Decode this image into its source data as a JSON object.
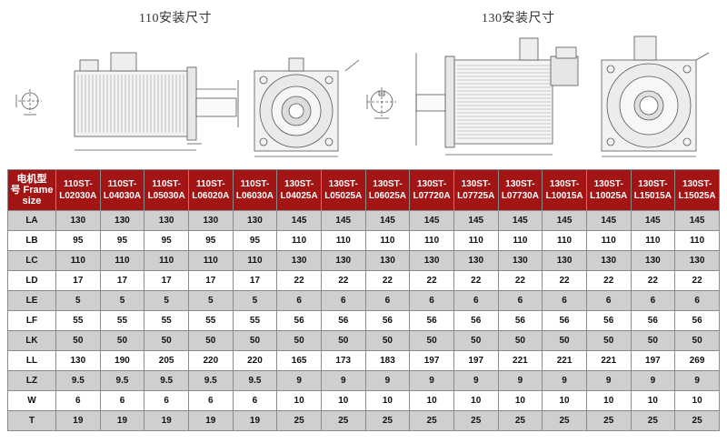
{
  "drawings": {
    "title_110": "110安装尺寸",
    "title_130": "130安装尺寸"
  },
  "table": {
    "corner_label_line1": "电机型",
    "corner_label_line2": "号 Frame",
    "corner_label_line3": "size",
    "models": [
      [
        "110ST-",
        "L02030A"
      ],
      [
        "110ST-",
        "L04030A"
      ],
      [
        "110ST-",
        "L05030A"
      ],
      [
        "110ST-",
        "L06020A"
      ],
      [
        "110ST-",
        "L06030A"
      ],
      [
        "130ST-",
        "L04025A"
      ],
      [
        "130ST-",
        "L05025A"
      ],
      [
        "130ST-",
        "L06025A"
      ],
      [
        "130ST-",
        "L07720A"
      ],
      [
        "130ST-",
        "L07725A"
      ],
      [
        "130ST-",
        "L07730A"
      ],
      [
        "130ST-",
        "L10015A"
      ],
      [
        "130ST-",
        "L10025A"
      ],
      [
        "130ST-",
        "L15015A"
      ],
      [
        "130ST-",
        "L15025A"
      ]
    ],
    "rows": [
      {
        "label": "LA",
        "values": [
          "130",
          "130",
          "130",
          "130",
          "130",
          "145",
          "145",
          "145",
          "145",
          "145",
          "145",
          "145",
          "145",
          "145",
          "145"
        ]
      },
      {
        "label": "LB",
        "values": [
          "95",
          "95",
          "95",
          "95",
          "95",
          "110",
          "110",
          "110",
          "110",
          "110",
          "110",
          "110",
          "110",
          "110",
          "110"
        ]
      },
      {
        "label": "LC",
        "values": [
          "110",
          "110",
          "110",
          "110",
          "110",
          "130",
          "130",
          "130",
          "130",
          "130",
          "130",
          "130",
          "130",
          "130",
          "130"
        ]
      },
      {
        "label": "LD",
        "values": [
          "17",
          "17",
          "17",
          "17",
          "17",
          "22",
          "22",
          "22",
          "22",
          "22",
          "22",
          "22",
          "22",
          "22",
          "22"
        ]
      },
      {
        "label": "LE",
        "values": [
          "5",
          "5",
          "5",
          "5",
          "5",
          "6",
          "6",
          "6",
          "6",
          "6",
          "6",
          "6",
          "6",
          "6",
          "6"
        ]
      },
      {
        "label": "LF",
        "values": [
          "55",
          "55",
          "55",
          "55",
          "55",
          "56",
          "56",
          "56",
          "56",
          "56",
          "56",
          "56",
          "56",
          "56",
          "56"
        ]
      },
      {
        "label": "LK",
        "values": [
          "50",
          "50",
          "50",
          "50",
          "50",
          "50",
          "50",
          "50",
          "50",
          "50",
          "50",
          "50",
          "50",
          "50",
          "50"
        ]
      },
      {
        "label": "LL",
        "values": [
          "130",
          "190",
          "205",
          "220",
          "220",
          "165",
          "173",
          "183",
          "197",
          "197",
          "221",
          "221",
          "221",
          "197",
          "269"
        ]
      },
      {
        "label": "LZ",
        "values": [
          "9.5",
          "9.5",
          "9.5",
          "9.5",
          "9.5",
          "9",
          "9",
          "9",
          "9",
          "9",
          "9",
          "9",
          "9",
          "9",
          "9"
        ]
      },
      {
        "label": "W",
        "values": [
          "6",
          "6",
          "6",
          "6",
          "6",
          "10",
          "10",
          "10",
          "10",
          "10",
          "10",
          "10",
          "10",
          "10",
          "10"
        ]
      },
      {
        "label": "T",
        "values": [
          "19",
          "19",
          "19",
          "19",
          "19",
          "25",
          "25",
          "25",
          "25",
          "25",
          "25",
          "25",
          "25",
          "25",
          "25"
        ]
      }
    ]
  }
}
